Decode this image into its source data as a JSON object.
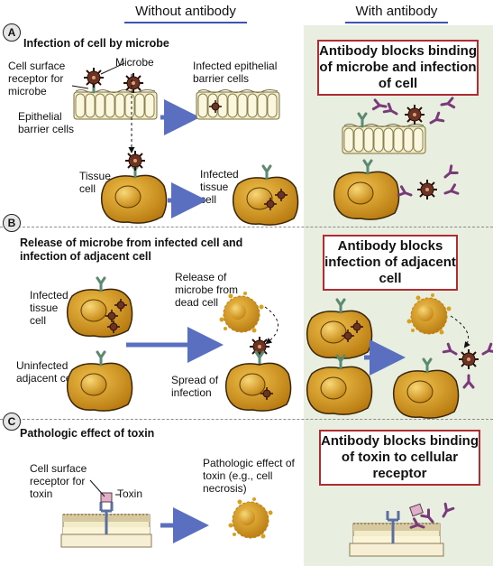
{
  "headers": {
    "without": "Without antibody",
    "with": "With antibody"
  },
  "panels": [
    {
      "letter": "A",
      "title": "Infection of cell by microbe",
      "labels": {
        "receptor": "Cell surface receptor for microbe",
        "microbe": "Microbe",
        "epithelial": "Epithelial barrier cells",
        "infected_epithelial": "Infected epithelial barrier cells",
        "tissue_cell": "Tissue cell",
        "infected_tissue": "Infected tissue cell"
      },
      "antibody_box": "Antibody blocks binding of microbe and infection of cell"
    },
    {
      "letter": "B",
      "title": "Release of microbe from infected cell and infection of adjacent cell",
      "labels": {
        "infected_tissue": "Infected tissue cell",
        "release": "Release of microbe from dead cell",
        "uninfected": "Uninfected adjacent cell",
        "spread": "Spread of infection"
      },
      "antibody_box": "Antibody blocks infection of adjacent cell"
    },
    {
      "letter": "C",
      "title": "Pathologic effect of toxin",
      "labels": {
        "receptor": "Cell surface receptor for toxin",
        "toxin": "Toxin",
        "effect": "Pathologic effect of toxin (e.g., cell necrosis)"
      },
      "antibody_box": "Antibody blocks binding of toxin to cellular receptor"
    }
  ],
  "colors": {
    "separator": "#8c8c8c",
    "header_underline": "#3b55b0",
    "box_border": "#b22b30",
    "panel_bg": "#e8efe0",
    "cell": "#d8a020",
    "nucleus": "#e8b838",
    "microbe": "#7a3a2a",
    "antibody": "#7a3a7a",
    "receptor": "#6a9a80",
    "arrow": "#5a6fc0"
  }
}
